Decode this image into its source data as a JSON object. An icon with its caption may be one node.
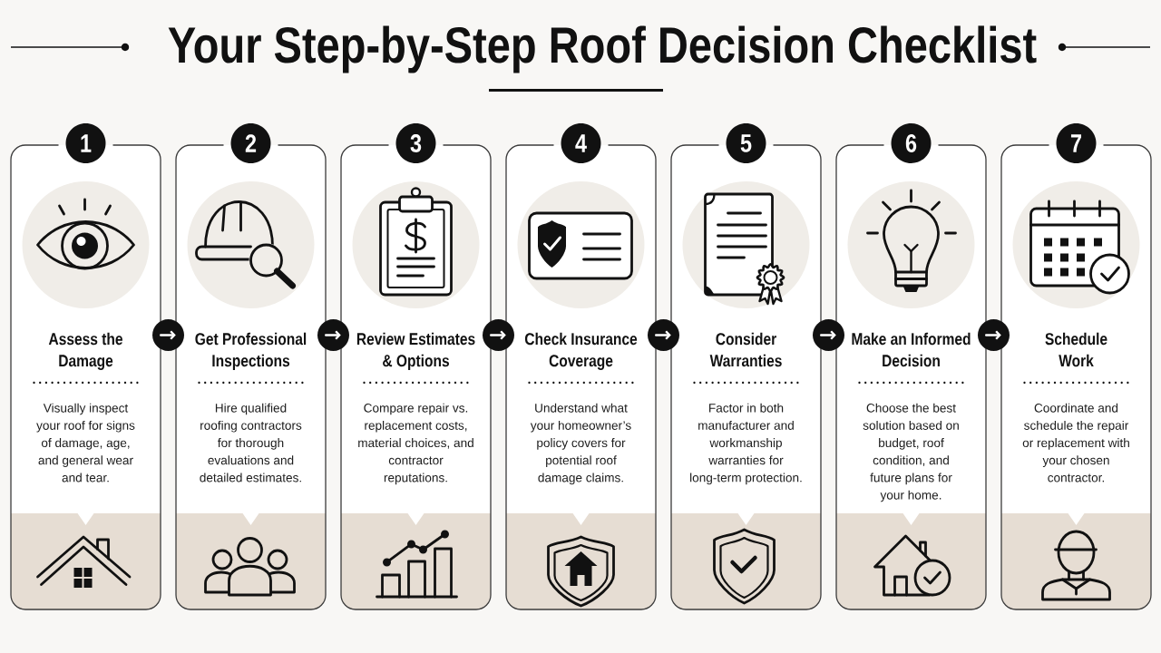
{
  "diagram": {
    "title": "Your Step-by-Step Roof Decision Checklist",
    "nodes": [
      {
        "text": [
          "1",
          "Assess the Damage",
          "Visually inspect your roof for signs of damage, age, and general wear and tear."
        ]
      },
      {
        "text": [
          "2",
          "Get Professional Inspections",
          "Hire qualified roofing contractors for thorough evaluations and detailed estimates."
        ]
      },
      {
        "text": [
          "3",
          "Review Estimates & Options",
          "Compare repair vs. replacement costs, material choices, and contractor reputations."
        ]
      },
      {
        "text": [
          "4",
          "Check Insurance Coverage",
          "Understand what your homeowner’s policy covers for potential roof damage claims."
        ]
      },
      {
        "text": [
          "5",
          "Consider Warranties",
          "Factor in both manufacturer and workmanship warranties for long-term protection."
        ]
      },
      {
        "text": [
          "6",
          "Make an Informed Decision",
          "Choose the best solution based on budget, roof condition, and future plans for your home."
        ]
      },
      {
        "text": [
          "7",
          "Schedule Work",
          "Coordinate and schedule the repair or replacement with your chosen contractor."
        ]
      }
    ],
    "edges": [
      {
        "from": 0,
        "to": 1,
        "arrow": "to"
      },
      {
        "from": 1,
        "to": 2,
        "arrow": "to"
      },
      {
        "from": 2,
        "to": 3,
        "arrow": "to"
      },
      {
        "from": 3,
        "to": 4,
        "arrow": "to"
      },
      {
        "from": 4,
        "to": 5,
        "arrow": "to"
      },
      {
        "from": 5,
        "to": 6,
        "arrow": "to"
      }
    ]
  }
}
